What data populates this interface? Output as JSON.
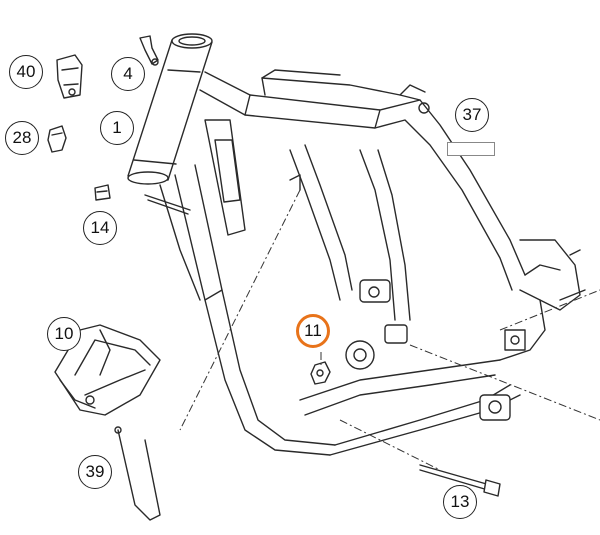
{
  "callouts": [
    {
      "id": "c40",
      "label": "40"
    },
    {
      "id": "c4",
      "label": "4"
    },
    {
      "id": "c28",
      "label": "28"
    },
    {
      "id": "c1",
      "label": "1"
    },
    {
      "id": "c14",
      "label": "14"
    },
    {
      "id": "c37",
      "label": "37"
    },
    {
      "id": "c11",
      "label": "11",
      "highlighted": true
    },
    {
      "id": "c10",
      "label": "10"
    },
    {
      "id": "c39",
      "label": "39"
    },
    {
      "id": "c13",
      "label": "13"
    }
  ],
  "colors": {
    "highlight": "#e8731a",
    "line": "#2a2a2a",
    "part_fill": "#ffffff"
  }
}
